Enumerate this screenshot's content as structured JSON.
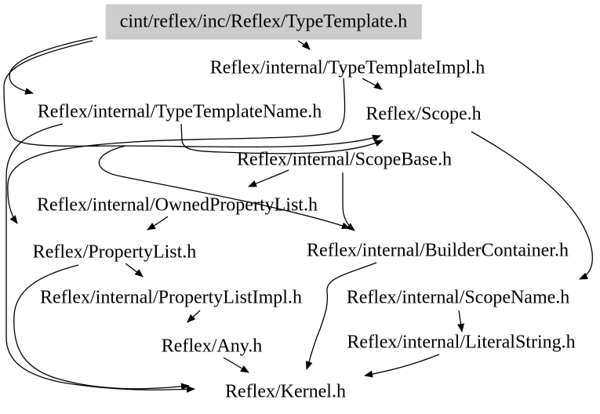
{
  "diagram": {
    "type": "include-dependency-graph",
    "background_color": "#ffffff",
    "edge_color": "#000000",
    "highlight_color": "#cccccc",
    "root_label": "cint/reflex/inc/Reflex/TypeTemplate.h",
    "nodes": [
      {
        "id": "typetemplate",
        "label": "cint/reflex/inc/Reflex/TypeTemplate.h",
        "highlighted": true
      },
      {
        "id": "typetemplateimpl",
        "label": "Reflex/internal/TypeTemplateImpl.h",
        "highlighted": false
      },
      {
        "id": "typetemplatename",
        "label": "Reflex/internal/TypeTemplateName.h",
        "highlighted": false
      },
      {
        "id": "scope",
        "label": "Reflex/Scope.h",
        "highlighted": false
      },
      {
        "id": "scopebase",
        "label": "Reflex/internal/ScopeBase.h",
        "highlighted": false
      },
      {
        "id": "ownedpropertylist",
        "label": "Reflex/internal/OwnedPropertyList.h",
        "highlighted": false
      },
      {
        "id": "propertylist",
        "label": "Reflex/PropertyList.h",
        "highlighted": false
      },
      {
        "id": "buildercontainer",
        "label": "Reflex/internal/BuilderContainer.h",
        "highlighted": false
      },
      {
        "id": "propertylistimpl",
        "label": "Reflex/internal/PropertyListImpl.h",
        "highlighted": false
      },
      {
        "id": "scopename",
        "label": "Reflex/internal/ScopeName.h",
        "highlighted": false
      },
      {
        "id": "any",
        "label": "Reflex/Any.h",
        "highlighted": false
      },
      {
        "id": "literalstring",
        "label": "Reflex/internal/LiteralString.h",
        "highlighted": false
      },
      {
        "id": "kernel",
        "label": "Reflex/Kernel.h",
        "highlighted": false
      }
    ],
    "edges": [
      {
        "from": "typetemplate",
        "to": "typetemplateimpl"
      },
      {
        "from": "typetemplate",
        "to": "typetemplatename"
      },
      {
        "from": "typetemplate",
        "to": "scope"
      },
      {
        "from": "typetemplatename",
        "to": "scope"
      },
      {
        "from": "typetemplateimpl",
        "to": "scope"
      },
      {
        "from": "typetemplateimpl",
        "to": "propertylist"
      },
      {
        "from": "typetemplateimpl",
        "to": "buildercontainer"
      },
      {
        "from": "scopebase",
        "to": "ownedpropertylist"
      },
      {
        "from": "scopebase",
        "to": "buildercontainer"
      },
      {
        "from": "ownedpropertylist",
        "to": "propertylist"
      },
      {
        "from": "propertylist",
        "to": "propertylistimpl"
      },
      {
        "from": "scope",
        "to": "scopename"
      },
      {
        "from": "buildercontainer",
        "to": "kernel"
      },
      {
        "from": "propertylistimpl",
        "to": "any"
      },
      {
        "from": "scopename",
        "to": "literalstring"
      },
      {
        "from": "any",
        "to": "kernel"
      },
      {
        "from": "literalstring",
        "to": "kernel"
      },
      {
        "from": "propertylist",
        "to": "kernel"
      },
      {
        "from": "typetemplatename",
        "to": "kernel"
      }
    ]
  }
}
